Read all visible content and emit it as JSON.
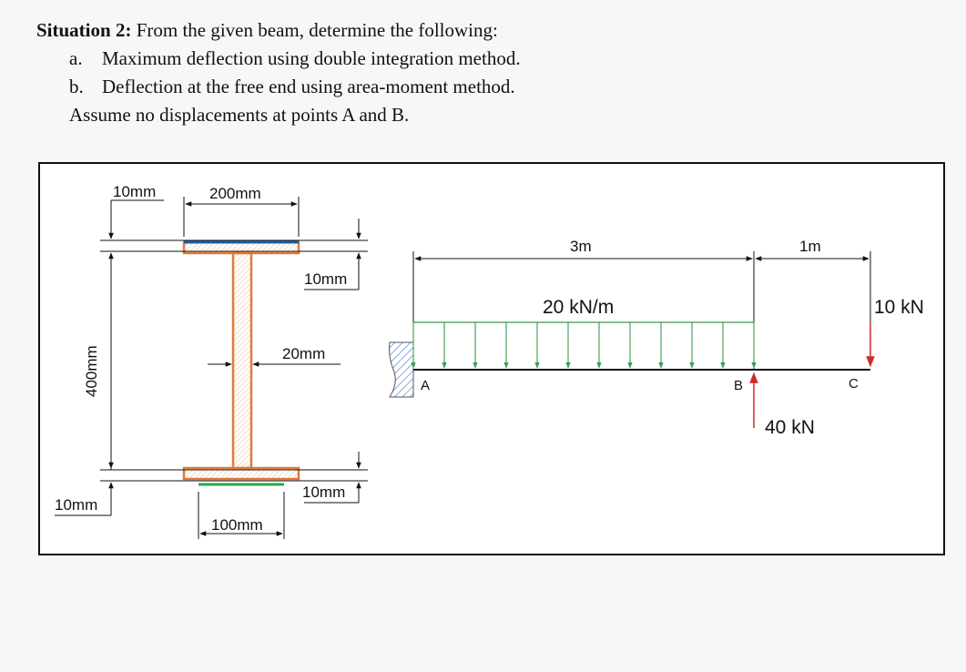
{
  "problem": {
    "heading_bold": "Situation 2:",
    "heading_rest": " From the given beam, determine the following:",
    "items": [
      {
        "label": "a.",
        "text": "Maximum deflection using double integration method."
      },
      {
        "label": "b.",
        "text": "Deflection at the free end using area-moment method."
      }
    ],
    "note": "Assume no displacements at points A and B."
  },
  "section": {
    "dim_top_flange_thickness": "10mm",
    "dim_top_flange_width": "200mm",
    "dim_top_flange_thickness_right": "10mm",
    "dim_web_thickness": "20mm",
    "dim_total_height": "400mm",
    "dim_bottom_flange_thickness_left": "10mm",
    "dim_bottom_flange_width": "100mm",
    "dim_bottom_flange_thickness_right": "10mm"
  },
  "beam": {
    "span_ab": "3m",
    "span_bc": "1m",
    "distributed_load": "20 kN/m",
    "point_load": "10 kN",
    "reaction_b": "40 kN",
    "point_a": "A",
    "point_b": "B",
    "point_c": "C"
  },
  "colors": {
    "flange_outline": "#e07b39",
    "top_edge": "#1f5fa8",
    "bottom_edge": "#2aa84a",
    "load": "#3a9a4a",
    "point_load": "#cc2b2b",
    "reaction": "#cc2b2b",
    "wall_hatch": "#2a6fc0"
  }
}
